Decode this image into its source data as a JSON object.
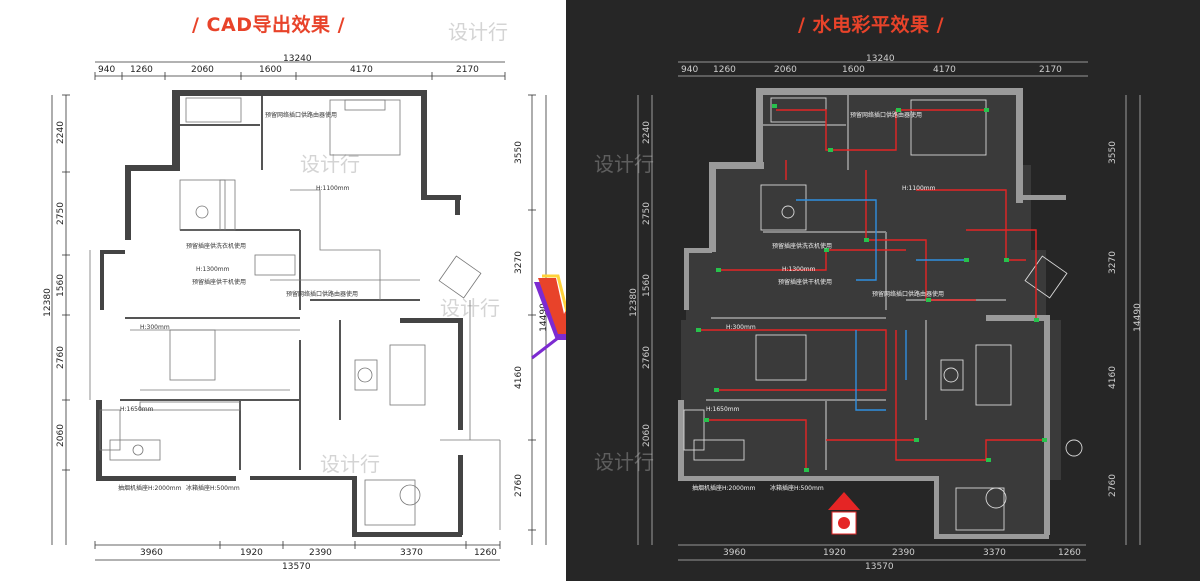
{
  "left_panel": {
    "title": "/ CAD导出效果 /",
    "watermark": "设计行"
  },
  "right_panel": {
    "title": "/ 水电彩平效果 /",
    "watermark": "设计行"
  },
  "versus": "VS",
  "dimensions": {
    "total_top": "13240",
    "top": [
      "940",
      "1260",
      "2060",
      "1600",
      "4170",
      "2170"
    ],
    "total_bottom": "13570",
    "bottom": [
      "3960",
      "1920",
      "2390",
      "3370",
      "1260"
    ],
    "left_total": "12380",
    "left": [
      "2240",
      "2750",
      "1560",
      "2760",
      "2060"
    ],
    "right_total": "14490",
    "right": [
      "3550",
      "3270",
      "4160",
      "2760"
    ]
  },
  "plan_labels": {
    "wall_note_1": "预留网络插口供路由器使用",
    "wall_note_2": "预留插座供洗衣机使用",
    "wall_note_3": "预留插座供干机使用",
    "wall_note_4": "预留网络插口供路由器使用",
    "height_1100": "H:1100mm",
    "height_300": "H:300mm",
    "height_1650": "H:1650mm",
    "height_1300": "H:1300mm",
    "height_2000": "抽烟机插座H:2000mm",
    "fridge": "冰箱插座H:500mm"
  },
  "colors": {
    "title": "#e8432a",
    "left_bg": "#ffffff",
    "right_bg": "#262626",
    "power_line": "#e52525",
    "water_line": "#2f8fe0",
    "socket": "#27c24c"
  }
}
